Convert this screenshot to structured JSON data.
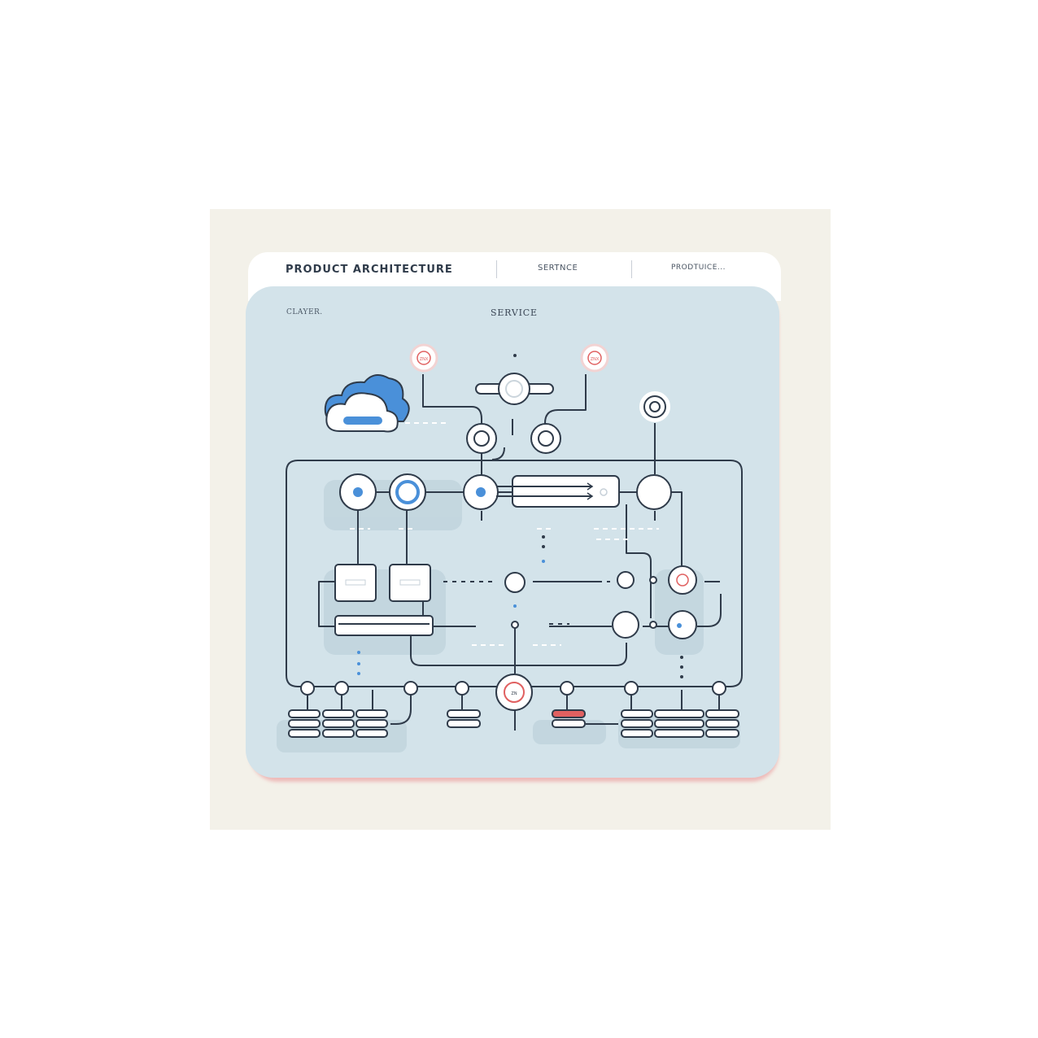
{
  "header": {
    "title": "PRODUCT ARCHITECTURE",
    "tab2": "SERTNCE",
    "tab3": "PRODTUICE..."
  },
  "panel": {
    "label_left": "CLAYER.",
    "label_center": "SERVICE"
  },
  "colors": {
    "background": "#f3f1e9",
    "panel": "#d3e3ea",
    "line": "#2f3b4a",
    "accent_blue": "#4a90d9",
    "accent_red": "#e06060",
    "node_fill": "#ffffff"
  },
  "icons": {
    "cloud": "cloud-icon",
    "broadcast": "broadcast-icon"
  }
}
